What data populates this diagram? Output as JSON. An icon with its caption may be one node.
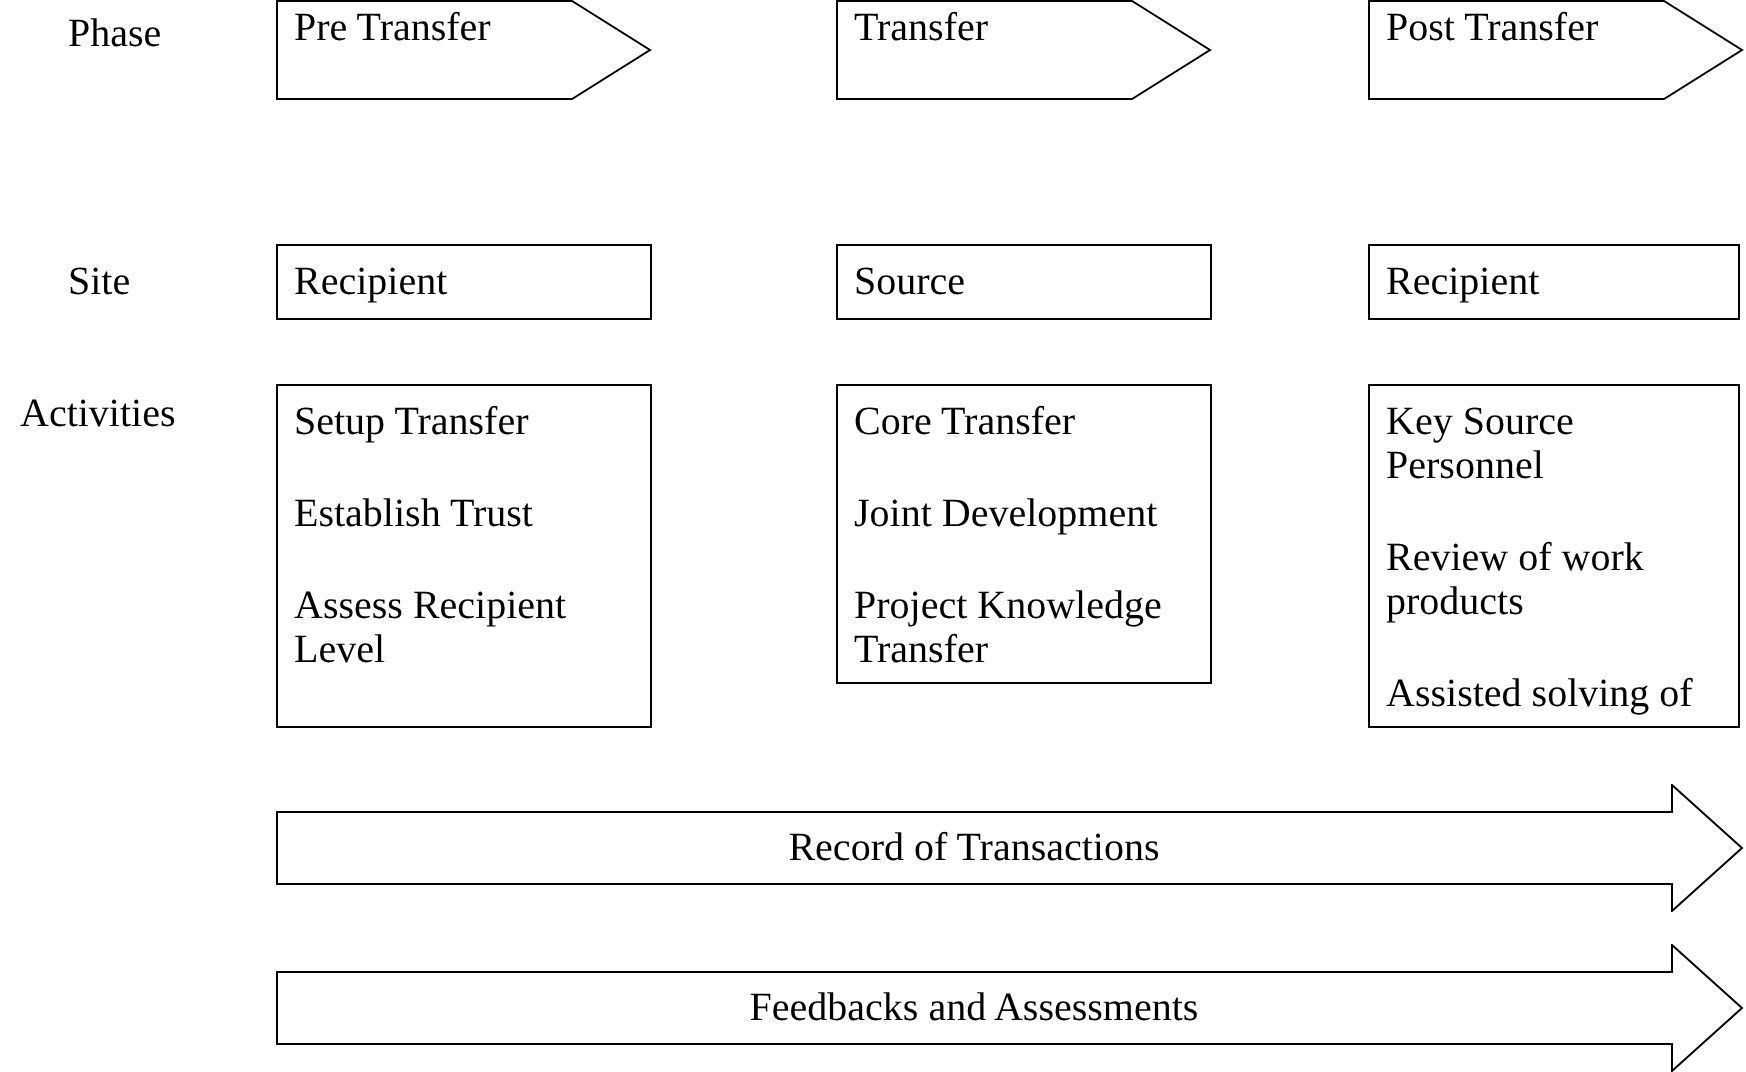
{
  "diagram": {
    "nodes": [
      {
        "text": [
          "Pre Transfer"
        ]
      },
      {
        "text": [
          "Transfer"
        ]
      },
      {
        "text": [
          "Post Transfer"
        ]
      },
      {
        "text": [
          "Recipient"
        ]
      },
      {
        "text": [
          "Source"
        ]
      },
      {
        "text": [
          "Recipient"
        ]
      },
      {
        "text": [
          "Setup Transfer",
          "Establish Trust",
          "Assess Recipient Level"
        ]
      },
      {
        "text": [
          "Core Transfer",
          "Joint Development",
          "Project Knowledge Transfer"
        ]
      },
      {
        "text": [
          "Key Source Personnel",
          "Review of work products",
          "Assisted solving of"
        ]
      },
      {
        "text": [
          "Record of Transactions"
        ]
      },
      {
        "text": [
          "Feedbacks and Assessments"
        ]
      }
    ],
    "labels": [
      "Phase",
      "Site",
      "Activities"
    ]
  }
}
